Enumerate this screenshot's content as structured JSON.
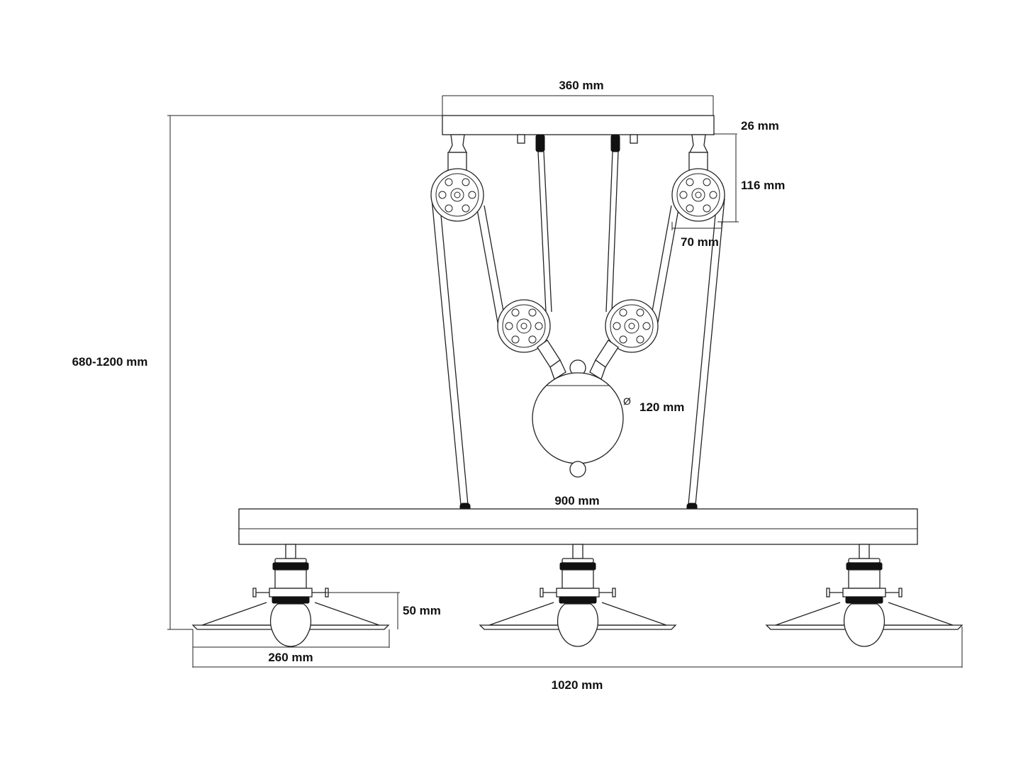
{
  "dimensions": {
    "canopy_width": "360 mm",
    "canopy_height": "26 mm",
    "pulley_drop": "116 mm",
    "pulley_width": "70 mm",
    "total_height": "680-1200 mm",
    "weight_diameter": "120 mm",
    "diameter_symbol": "Ø",
    "bar_length": "900 mm",
    "shade_height": "50 mm",
    "shade_diameter": "260 mm",
    "total_width": "1020 mm"
  }
}
